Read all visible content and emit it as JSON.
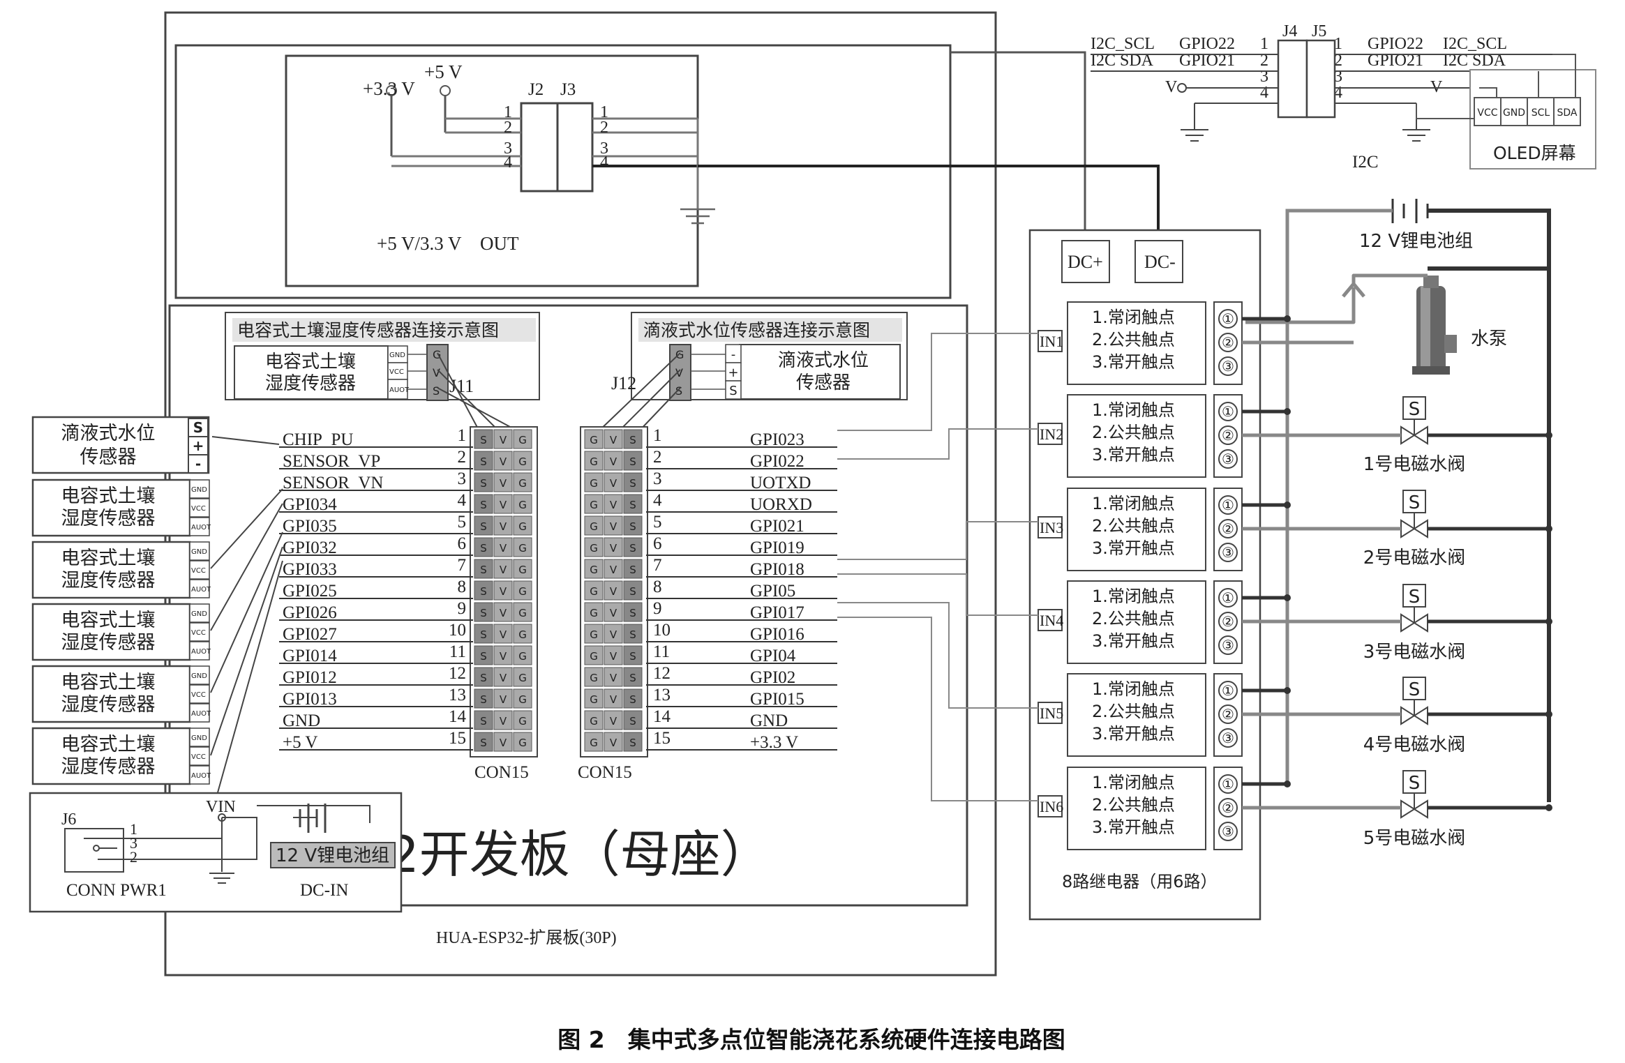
{
  "caption": "图 2　集中式多点位智能浇花系统硬件连接电路图",
  "power_block": {
    "v33": "+3.3 V",
    "v5": "+5 V",
    "j2": "J2",
    "j3": "J3",
    "pins": [
      "1",
      "2",
      "3",
      "4"
    ],
    "out_label": "+5 V/3.3 V　OUT"
  },
  "i2c_block": {
    "left_sigs": [
      "I2C_SCL",
      "I2C SDA"
    ],
    "left_gpio": [
      "GPIO22",
      "GPIO21"
    ],
    "right_gpio": [
      "GPIO22",
      "GPIO21"
    ],
    "right_sigs": [
      "I2C_SCL",
      "I2C SDA"
    ],
    "v_left": "V",
    "v_right": "V",
    "j4": "J4",
    "j5": "J5",
    "pins": [
      "1",
      "2",
      "3",
      "4"
    ],
    "label": "I2C",
    "oled_pins": [
      "VCC",
      "GND",
      "SCL",
      "SDA"
    ],
    "oled_label": "OLED屏幕"
  },
  "inset_soil": {
    "title": "电容式土壤湿度传感器连接示意图",
    "name_line1": "电容式土壤",
    "name_line2": "湿度传感器",
    "pins": [
      "GND",
      "VCC",
      "AUOT"
    ],
    "header_pins": [
      "G",
      "V",
      "S"
    ],
    "header_label": "J11"
  },
  "inset_drip": {
    "title": "滴液式水位传感器连接示意图",
    "name_line1": "滴液式水位",
    "name_line2": "传感器",
    "pins": [
      "-",
      "+",
      "S"
    ],
    "header_pins": [
      "G",
      "V",
      "S"
    ],
    "header_label": "J12"
  },
  "left_sensors": {
    "drip_line1": "滴液式水位",
    "drip_line2": "传感器",
    "drip_pins": [
      "S",
      "+",
      "-"
    ],
    "soil_line1": "电容式土壤",
    "soil_line2": "湿度传感器",
    "soil_pins": [
      "GND",
      "VCC",
      "AUOT"
    ],
    "soil_count": 5
  },
  "left_header": {
    "signals": [
      "CHIP_PU",
      "SENSOR_VP",
      "SENSOR_VN",
      "GPI034",
      "GPI035",
      "GPI032",
      "GPI033",
      "GPI025",
      "GPI026",
      "GPI027",
      "GPI014",
      "GPI012",
      "GPI013",
      "GND",
      "+5 V"
    ],
    "pin_numbers": [
      "1",
      "2",
      "3",
      "4",
      "5",
      "6",
      "7",
      "8",
      "9",
      "10",
      "11",
      "12",
      "13",
      "14",
      "15"
    ],
    "cols": [
      "S",
      "V",
      "G"
    ],
    "label": "CON15"
  },
  "right_header": {
    "signals": [
      "GPI023",
      "GPI022",
      "UOTXD",
      "UORXD",
      "GPI021",
      "GPI019",
      "GPI018",
      "GPI05",
      "GPI017",
      "GPI016",
      "GPI04",
      "GPI02",
      "GPI015",
      "GND",
      "+3.3 V"
    ],
    "pin_numbers": [
      "1",
      "2",
      "3",
      "4",
      "5",
      "6",
      "7",
      "8",
      "9",
      "10",
      "11",
      "12",
      "13",
      "14",
      "15"
    ],
    "cols": [
      "G",
      "V",
      "S"
    ],
    "label": "CON15"
  },
  "board": {
    "big_text": "2开发板（母座）",
    "label": "HUA-ESP32-扩展板(30P)"
  },
  "dc_in": {
    "j6": "J6",
    "vin": "VIN",
    "pins": [
      "1",
      "3",
      "2"
    ],
    "battery": "12 V锂电池组",
    "conn": "CONN PWR1",
    "dcin": "DC-IN"
  },
  "relay_block": {
    "dc_plus": "DC+",
    "dc_minus": "DC-",
    "inputs": [
      "IN1",
      "IN2",
      "IN3",
      "IN4",
      "IN5",
      "IN6"
    ],
    "contacts": [
      "1.常闭触点",
      "2.公共触点",
      "3.常开触点"
    ],
    "terminals": [
      "①",
      "②",
      "③"
    ],
    "label": "8路继电器（用6路）"
  },
  "actuators": {
    "battery": "12 V锂电池组",
    "pump": "水泵",
    "valve_symbol": "S",
    "valves": [
      "1号电磁水阀",
      "2号电磁水阀",
      "3号电磁水阀",
      "4号电磁水阀",
      "5号电磁水阀"
    ]
  }
}
